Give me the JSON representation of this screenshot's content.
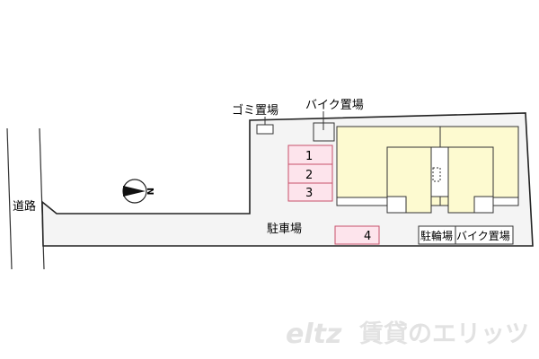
{
  "labels": {
    "road": "道路",
    "garbage": "ゴミ置場",
    "bike_top": "バイク置場",
    "parking": "駐車場",
    "bicycle": "駐輪場",
    "bike_bottom": "バイク置場",
    "north": "N"
  },
  "parking_spaces": [
    "1",
    "2",
    "3",
    "4"
  ],
  "watermark": {
    "logo": "eltz",
    "text": "賃貸のエリッツ"
  },
  "colors": {
    "lot": "#f4f4f4",
    "building": "#fdfad0",
    "parking": "#fde4ec",
    "parking_border": "#c8506a",
    "watermark": "#e2e2e2"
  }
}
